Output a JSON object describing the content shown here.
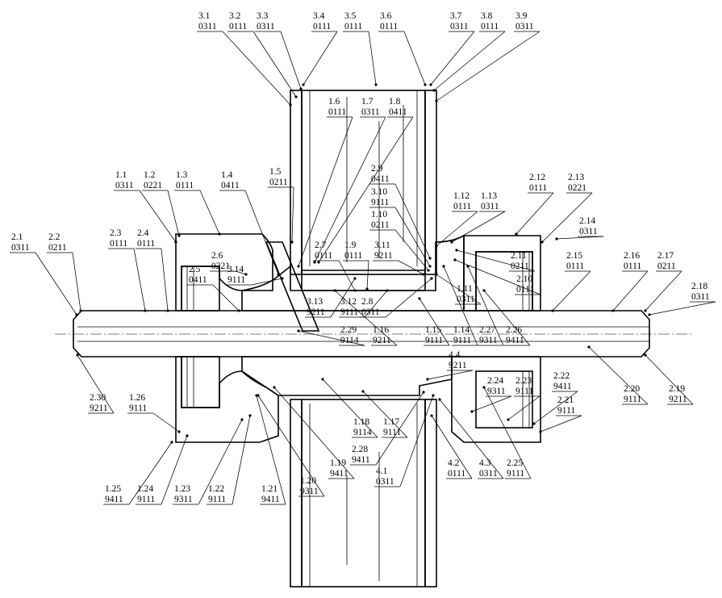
{
  "callouts": [
    {
      "id": "c3_1",
      "code": "3.1",
      "sub": "0311"
    },
    {
      "id": "c3_2",
      "code": "3.2",
      "sub": "0111"
    },
    {
      "id": "c3_3",
      "code": "3.3",
      "sub": "0311"
    },
    {
      "id": "c3_4",
      "code": "3.4",
      "sub": "0111"
    },
    {
      "id": "c3_5",
      "code": "3.5",
      "sub": "0111"
    },
    {
      "id": "c3_6",
      "code": "3.6",
      "sub": "0111"
    },
    {
      "id": "c3_7",
      "code": "3.7",
      "sub": "0311"
    },
    {
      "id": "c3_8",
      "code": "3.8",
      "sub": "0111"
    },
    {
      "id": "c3_9",
      "code": "3.9",
      "sub": "0311"
    },
    {
      "id": "c1_6",
      "code": "1.6",
      "sub": "0111"
    },
    {
      "id": "c1_7",
      "code": "1.7",
      "sub": "0311"
    },
    {
      "id": "c1_8",
      "code": "1.8",
      "sub": "0411"
    },
    {
      "id": "c2_9",
      "code": "2.9",
      "sub": "0411"
    },
    {
      "id": "c3_10",
      "code": "3.10",
      "sub": "9111"
    },
    {
      "id": "c1_10",
      "code": "1.10",
      "sub": "0211"
    },
    {
      "id": "c1_1",
      "code": "1.1",
      "sub": "0311"
    },
    {
      "id": "c1_2",
      "code": "1.2",
      "sub": "0221"
    },
    {
      "id": "c1_3",
      "code": "1.3",
      "sub": "0111"
    },
    {
      "id": "c1_4",
      "code": "1.4",
      "sub": "0411"
    },
    {
      "id": "c1_5",
      "code": "1.5",
      "sub": "0211"
    },
    {
      "id": "c1_12",
      "code": "1.12",
      "sub": "0111"
    },
    {
      "id": "c1_13",
      "code": "1.13",
      "sub": "0311"
    },
    {
      "id": "c2_12",
      "code": "2.12",
      "sub": "0111"
    },
    {
      "id": "c2_13",
      "code": "2.13",
      "sub": "0221"
    },
    {
      "id": "c2_14",
      "code": "2.14",
      "sub": "0311"
    },
    {
      "id": "c2_1",
      "code": "2.1",
      "sub": "0311"
    },
    {
      "id": "c2_2",
      "code": "2.2",
      "sub": "0211"
    },
    {
      "id": "c2_3",
      "code": "2.3",
      "sub": "0111"
    },
    {
      "id": "c2_4",
      "code": "2.4",
      "sub": "0111"
    },
    {
      "id": "c2_6",
      "code": "2.6",
      "sub": "0221"
    },
    {
      "id": "c2_5",
      "code": "2.5",
      "sub": "0411"
    },
    {
      "id": "c3_14",
      "code": "3.14",
      "sub": "9111"
    },
    {
      "id": "c2_7",
      "code": "2.7",
      "sub": "0111"
    },
    {
      "id": "c1_9",
      "code": "1.9",
      "sub": "0111"
    },
    {
      "id": "c3_11",
      "code": "3.11",
      "sub": "9211"
    },
    {
      "id": "c2_11",
      "code": "2.11",
      "sub": "0211"
    },
    {
      "id": "c2_10",
      "code": "2.10",
      "sub": "0111"
    },
    {
      "id": "c2_15",
      "code": "2.15",
      "sub": "0111"
    },
    {
      "id": "c2_16",
      "code": "2.16",
      "sub": "0111"
    },
    {
      "id": "c2_17",
      "code": "2.17",
      "sub": "0211"
    },
    {
      "id": "c2_18",
      "code": "2.18",
      "sub": "0311"
    },
    {
      "id": "c1_11",
      "code": "1.11",
      "sub": "0311"
    },
    {
      "id": "c3_13",
      "code": "3.13",
      "sub": "9211"
    },
    {
      "id": "c3_12",
      "code": "3.12",
      "sub": "9111"
    },
    {
      "id": "c2_8",
      "code": "2.8",
      "sub": "0311"
    },
    {
      "id": "c2_29",
      "code": "2.29",
      "sub": "9114"
    },
    {
      "id": "c1_16",
      "code": "1.16",
      "sub": "9211"
    },
    {
      "id": "c1_15",
      "code": "1.15",
      "sub": "9111"
    },
    {
      "id": "c1_14",
      "code": "1.14",
      "sub": "9111"
    },
    {
      "id": "c2_27",
      "code": "2.27",
      "sub": "9311"
    },
    {
      "id": "c2_26",
      "code": "2.26",
      "sub": "9411"
    },
    {
      "id": "c4_4",
      "code": "4.4",
      "sub": "9211"
    },
    {
      "id": "c2_24",
      "code": "2.24",
      "sub": "9311"
    },
    {
      "id": "c2_23",
      "code": "2.23",
      "sub": "9111"
    },
    {
      "id": "c2_22",
      "code": "2.22",
      "sub": "9411"
    },
    {
      "id": "c2_21",
      "code": "2.21",
      "sub": "9111"
    },
    {
      "id": "c2_20",
      "code": "2.20",
      "sub": "9111"
    },
    {
      "id": "c2_19",
      "code": "2.19",
      "sub": "9211"
    },
    {
      "id": "c2_30",
      "code": "2.30",
      "sub": "9211"
    },
    {
      "id": "c1_26",
      "code": "1.26",
      "sub": "9111"
    },
    {
      "id": "c1_18",
      "code": "1.18",
      "sub": "9114"
    },
    {
      "id": "c1_17",
      "code": "1.17",
      "sub": "9111"
    },
    {
      "id": "c2_28",
      "code": "2.28",
      "sub": "9411"
    },
    {
      "id": "c1_19",
      "code": "1.19",
      "sub": "9411"
    },
    {
      "id": "c4_1",
      "code": "4.1",
      "sub": "0311"
    },
    {
      "id": "c1_20",
      "code": "1.20",
      "sub": "9311"
    },
    {
      "id": "c4_2",
      "code": "4.2",
      "sub": "0111"
    },
    {
      "id": "c4_3",
      "code": "4.3",
      "sub": "0311"
    },
    {
      "id": "c2_25",
      "code": "2.25",
      "sub": "9111"
    },
    {
      "id": "c1_25",
      "code": "1.25",
      "sub": "9411"
    },
    {
      "id": "c1_24",
      "code": "1.24",
      "sub": "9111"
    },
    {
      "id": "c1_23",
      "code": "1.23",
      "sub": "9311"
    },
    {
      "id": "c1_22",
      "code": "1.22",
      "sub": "9111"
    },
    {
      "id": "c1_21",
      "code": "1.21",
      "sub": "9411"
    }
  ]
}
